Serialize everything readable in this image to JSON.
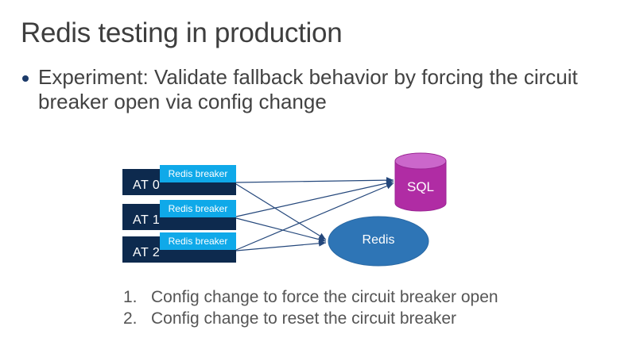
{
  "slide": {
    "title": "Redis testing in production",
    "bullet": {
      "lines": [
        "Experiment: Validate fallback behavior by forcing the circuit",
        "breaker open via config change"
      ],
      "full_text": "Experiment: Validate fallback behavior by forcing the circuit breaker open via config change"
    },
    "numbered_list": [
      {
        "number": "1.",
        "text": "Config change to force the circuit breaker open"
      },
      {
        "number": "2.",
        "text": "Config change to reset the circuit breaker"
      }
    ]
  },
  "diagram": {
    "at_rows": [
      {
        "label": "AT 0",
        "breaker_label": "Redis breaker"
      },
      {
        "label": "AT 1",
        "breaker_label": "Redis breaker"
      },
      {
        "label": "AT 2",
        "breaker_label": "Redis breaker"
      }
    ],
    "sql_label": "SQL",
    "redis_label": "Redis",
    "connections": [
      {
        "from": "AT 0",
        "to": "SQL"
      },
      {
        "from": "AT 0",
        "to": "Redis"
      },
      {
        "from": "AT 1",
        "to": "SQL"
      },
      {
        "from": "AT 1",
        "to": "Redis"
      },
      {
        "from": "AT 2",
        "to": "SQL"
      },
      {
        "from": "AT 2",
        "to": "Redis"
      }
    ]
  },
  "colors": {
    "at_box": "#0d2a4e",
    "breaker_box": "#0fa9e9",
    "sql_cylinder_body": "#b02ca4",
    "sql_cylinder_top": "#cb67cb",
    "sql_cylinder_stroke": "#9b2694",
    "redis_ellipse": "#2e75b6",
    "redis_ellipse_stroke": "#2968a3",
    "arrow": "#24477b",
    "bullet_dot": "#1b3a69",
    "title_text": "#3e3e3e",
    "body_text": "#424242",
    "list_text": "#555555"
  }
}
